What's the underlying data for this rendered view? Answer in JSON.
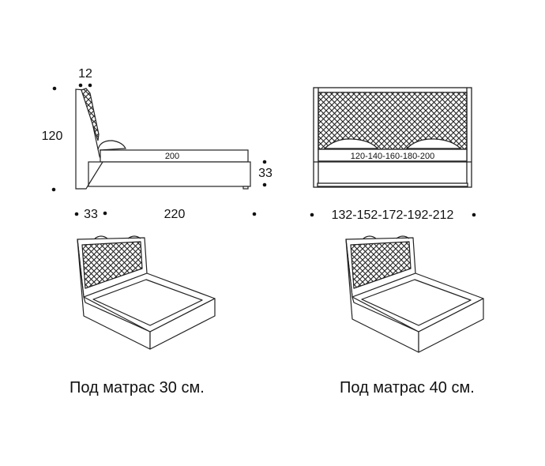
{
  "side_view": {
    "headboard_thickness": "12",
    "height": "120",
    "mattress_length": "200",
    "base_height": "33",
    "headboard_depth": "33",
    "total_length": "220"
  },
  "front_view": {
    "mattress_widths": "120-140-160-180-200",
    "total_widths": "132-152-172-192-212"
  },
  "captions": {
    "left": "Под матрас 30 см.",
    "right": "Под матрас 40 см."
  }
}
